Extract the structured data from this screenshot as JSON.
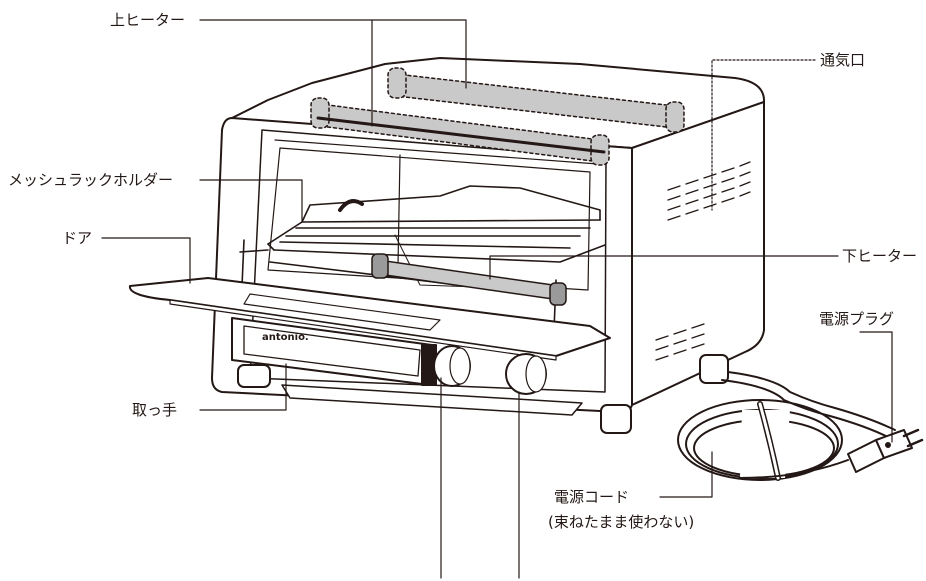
{
  "diagram": {
    "brand_text": "antonio.",
    "labels": {
      "upper_heater": "上ヒーター",
      "vent": "通気口",
      "mesh_rack_holder": "メッシュラックホルダー",
      "door": "ドア",
      "lower_heater": "下ヒーター",
      "power_plug": "電源プラグ",
      "handle": "取っ手",
      "power_cord": "電源コード",
      "power_cord_note": "(束ねたまま使わない)"
    },
    "colors": {
      "line": "#231815",
      "heater_fill": "#c9c9c9",
      "background": "#ffffff"
    }
  }
}
